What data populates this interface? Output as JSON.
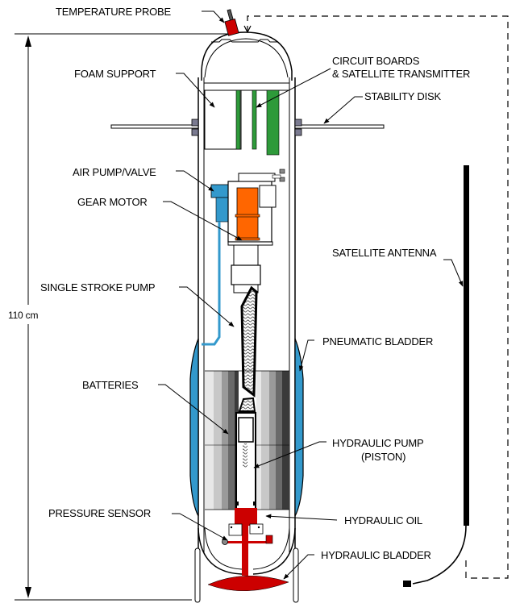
{
  "title": "Profiling float cross-section",
  "colors": {
    "green": "#2e9a3a",
    "orange": "#ff6600",
    "blue": "#3399cc",
    "red": "#cc0000",
    "line": "#000000",
    "battery_shades": [
      "#e8e8e8",
      "#c8c8c8",
      "#9a9a9a",
      "#6a6a6a",
      "#3a3a3a"
    ]
  },
  "dimension": {
    "label": "110 cm"
  },
  "labels": {
    "temperature_probe": "TEMPERATURE PROBE",
    "foam_support": "FOAM SUPPORT",
    "circuit_boards_line1": "CIRCUIT BOARDS",
    "circuit_boards_line2": "& SATELLITE TRANSMITTER",
    "stability_disk": "STABILITY DISK",
    "air_pump_valve": "AIR PUMP/VALVE",
    "gear_motor": "GEAR MOTOR",
    "satellite_antenna": "SATELLITE ANTENNA",
    "single_stroke_pump": "SINGLE STROKE PUMP",
    "pneumatic_bladder": "PNEUMATIC BLADDER",
    "batteries": "BATTERIES",
    "hydraulic_pump_line1": "HYDRAULIC PUMP",
    "hydraulic_pump_line2": "(PISTON)",
    "pressure_sensor": "PRESSURE SENSOR",
    "hydraulic_oil": "HYDRAULIC OIL",
    "hydraulic_bladder": "HYDRAULIC BLADDER"
  }
}
